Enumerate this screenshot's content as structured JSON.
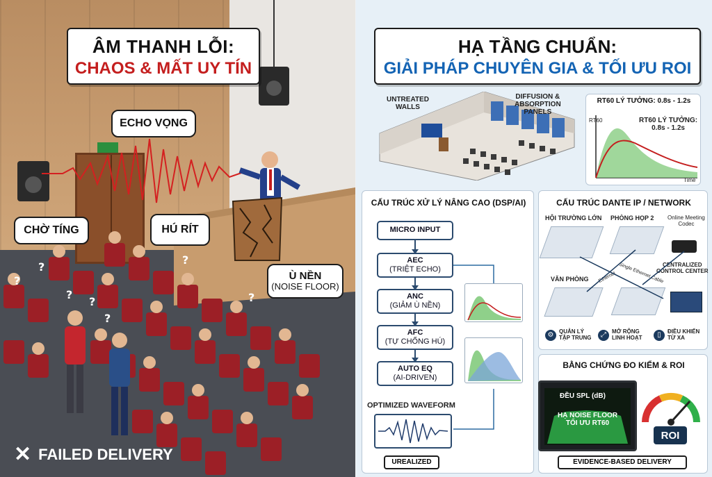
{
  "left": {
    "title_line1": "ÂM THANH LỖI:",
    "title_line2": "CHAOS & MẤT UY TÍN",
    "bubble_echo": "ECHO VỌNG",
    "bubble_cho_ting": "CHỜ TÍNG",
    "bubble_hu_rit": "HÚ RÍT",
    "bubble_u_nen_1": "Ù NỀN",
    "bubble_u_nen_2": "(NOISE FLOOR)",
    "failed_label": "FAILED DELIVERY",
    "colors": {
      "accent_red": "#c41e1e"
    }
  },
  "right": {
    "title_line1": "HẠ TẦNG CHUẨN:",
    "title_line2": "GIẢI PHÁP CHUYÊN GIA & TỐI ƯU ROI",
    "room": {
      "untreated_line1": "UNTREATED",
      "untreated_line2": "WALLS",
      "diffusion_line1": "DIFFUSION &",
      "diffusion_line2": "ABSORPTION",
      "diffusion_line3": "PANELS"
    },
    "rt60": {
      "header": "RT60 LÝ TƯỞNG: 0.8s - 1.2s",
      "label_line1": "RT60 LÝ TƯỞNG:",
      "label_line2": "0.8s - 1.2s",
      "y_label": "RT60",
      "x_label": "Time"
    },
    "dsp": {
      "header": "CẤU TRÚC XỬ LÝ NÂNG CAO (DSP/AI)",
      "micro": "MICRO INPUT",
      "aec_1": "AEC",
      "aec_2": "(TRIỆT ECHO)",
      "anc_1": "ANC",
      "anc_2": "(GIẢM Ù NỀN)",
      "afc_1": "AFC",
      "afc_2": "(TỰ CHỐNG HÚ)",
      "eq_1": "AUTO EQ",
      "eq_2": "(AI-DRIVEN)",
      "optimized": "OPTIMIZED WAVEFORM",
      "badge": "UREALIZED"
    },
    "dante": {
      "header": "CẤU TRÚC DANTE IP / NETWORK",
      "hall": "HỘI TRƯỜNG LỚN",
      "meeting": "PHÒNG HỌP 2",
      "codec_1": "Online Meeting",
      "codec_2": "Codec",
      "office": "VĂN PHÒNG",
      "ethernet": "Ethernet",
      "single_cable": "Single Ethernet Cable",
      "centralized_1": "CENTRALIZED",
      "centralized_2": "CONTROL CENTER",
      "f1_1": "QUẢN LÝ",
      "f1_2": "TẬP TRUNG",
      "f2_1": "MỞ RỘNG",
      "f2_2": "LINH HOẠT",
      "f3_1": "ĐIỀU KHIỂN",
      "f3_2": "TỪ XA"
    },
    "evidence": {
      "header": "BẰNG CHỨNG ĐO KIỂM & ROI",
      "spl": "ĐỀU SPL (dB)",
      "noise_1": "HẠ NOISE FLOOR",
      "noise_2": "TỐI ƯU RT60",
      "roi": "ROI",
      "footer": "EVIDENCE-BASED DELIVERY"
    },
    "colors": {
      "accent_blue": "#1464b4",
      "navy": "#17324f"
    }
  }
}
